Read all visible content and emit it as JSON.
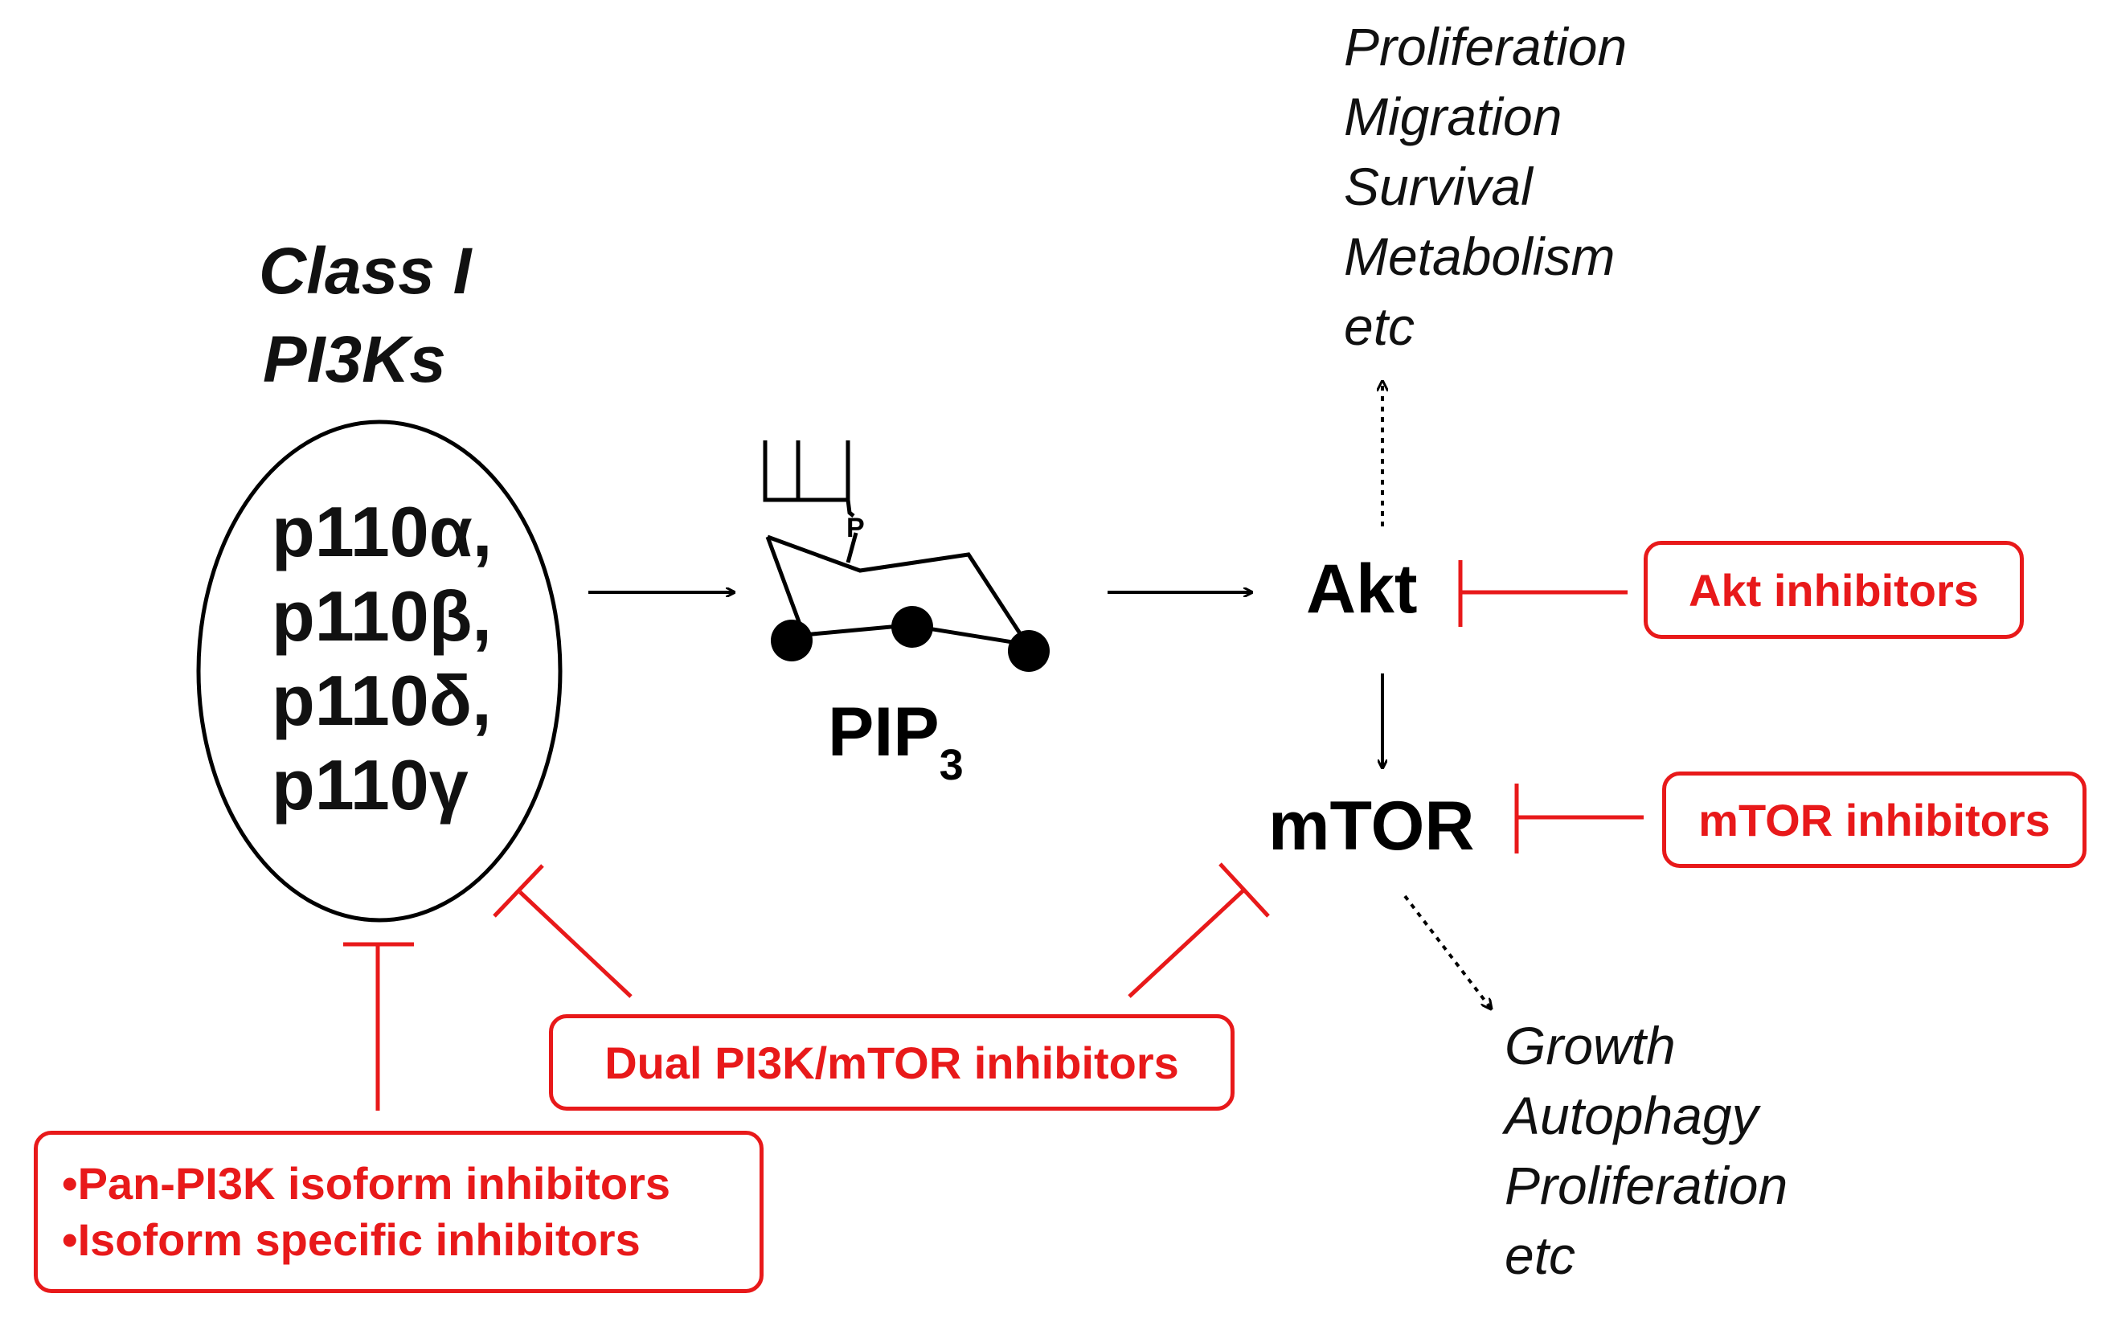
{
  "pi3k": {
    "title_line1": "Class I",
    "title_line2": "PI3Ks",
    "isoforms": [
      "p110α,",
      "p110β,",
      "p110δ,",
      "p110γ"
    ]
  },
  "pip3": {
    "name": "PIP",
    "subscript": "3",
    "phosphate_label": "P"
  },
  "akt": {
    "label": "Akt"
  },
  "mtor": {
    "label": "mTOR"
  },
  "akt_outputs": [
    "Proliferation",
    "Migration",
    "Survival",
    "Metabolism",
    "etc"
  ],
  "mtor_outputs": [
    "Growth",
    "Autophagy",
    "Proliferation",
    "etc"
  ],
  "inhibitors": {
    "akt": "Akt inhibitors",
    "mtor": "mTOR inhibitors",
    "dual": "Dual PI3K/mTOR inhibitors",
    "pan_line1": "•Pan-PI3K isoform inhibitors",
    "pan_line2": "•Isoform specific inhibitors"
  },
  "colors": {
    "inhibition": "#e8191a",
    "activation": "#000000",
    "text": "#111111"
  }
}
